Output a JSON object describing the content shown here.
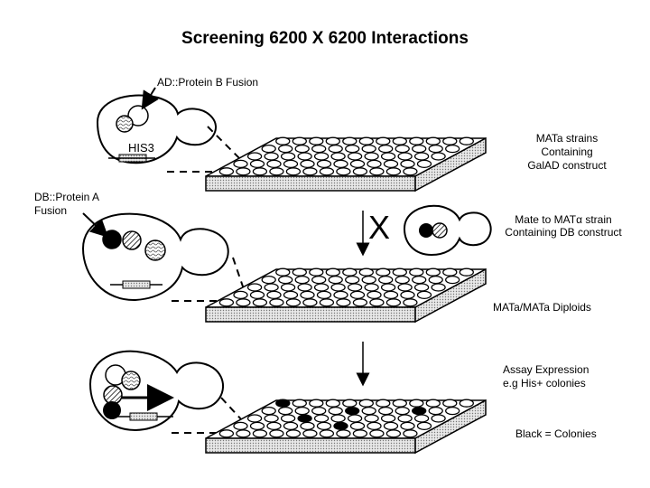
{
  "title": "Screening 6200 X 6200 Interactions",
  "labels": {
    "ad_fusion": "AD::Protein B Fusion",
    "his3": "HIS3",
    "db_fusion_line1": "DB::Protein A",
    "db_fusion_line2": "Fusion",
    "mata_line1": "MATa strains",
    "mata_line2": "Containing",
    "mata_line3": "GalAD construct",
    "cross": "X",
    "mate_line1": "Mate to MATα strain",
    "mate_line2": "Containing DB construct",
    "diploids": "MATa/MATa Diploids",
    "assay_line1": "Assay Expression",
    "assay_line2": "e.g His+ colonies",
    "colonies": "Black = Colonies"
  },
  "plates": [
    {
      "name": "plate-mata-strains",
      "rows": 5,
      "cols": 12,
      "black_wells": []
    },
    {
      "name": "plate-diploids",
      "rows": 5,
      "cols": 12,
      "black_wells": []
    },
    {
      "name": "plate-assay",
      "rows": 5,
      "cols": 12,
      "black_wells": [
        [
          0,
          0
        ],
        [
          1,
          5
        ],
        [
          1,
          9
        ],
        [
          2,
          3
        ],
        [
          3,
          6
        ]
      ]
    }
  ],
  "colors": {
    "ink": "#000000",
    "plate_side": "#d8d8d8",
    "bg": "#ffffff"
  }
}
